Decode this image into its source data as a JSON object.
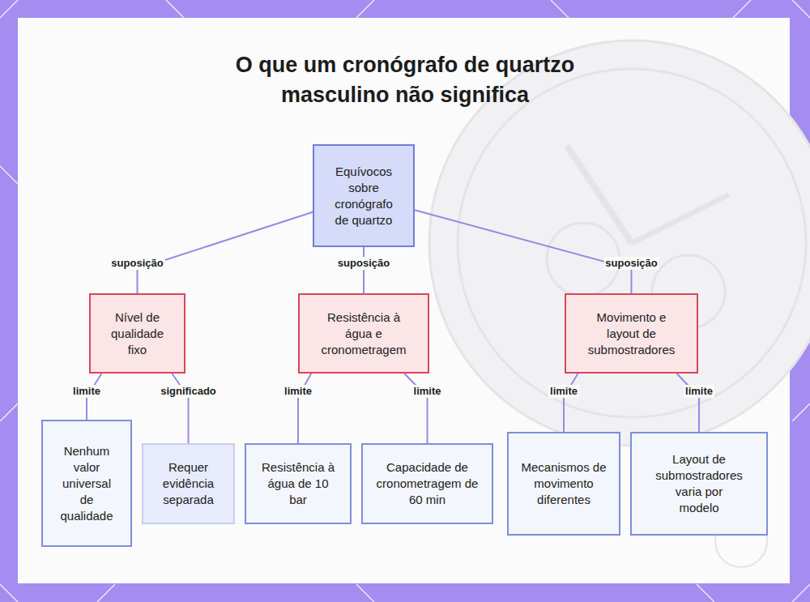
{
  "diagram": {
    "title": "O que um cronógrafo de quartzo masculino não significa",
    "nodes": [
      {
        "text": [
          "Equívocos sobre cronógrafo de quartzo"
        ]
      },
      {
        "text": [
          "Nível de qualidade fixo"
        ]
      },
      {
        "text": [
          "Resistência à água e cronometragem"
        ]
      },
      {
        "text": [
          "Movimento e layout de submostradores"
        ]
      },
      {
        "text": [
          "Nenhum valor universal de qualidade"
        ]
      },
      {
        "text": [
          "Requer evidência separada"
        ]
      },
      {
        "text": [
          "Resistência à água de 10 bar"
        ]
      },
      {
        "text": [
          "Capacidade de cronometragem de 60 min"
        ]
      },
      {
        "text": [
          "Mecanismos de movimento diferentes"
        ]
      },
      {
        "text": [
          "Layout de submostradores varia por modelo"
        ]
      }
    ],
    "edges": [
      {
        "from": 0,
        "to": 1,
        "label": "suposição",
        "arrow": "none"
      },
      {
        "from": 0,
        "to": 2,
        "label": "suposição",
        "arrow": "none"
      },
      {
        "from": 0,
        "to": 3,
        "label": "suposição",
        "arrow": "none"
      },
      {
        "from": 1,
        "to": 4,
        "label": "limite",
        "arrow": "none"
      },
      {
        "from": 1,
        "to": 5,
        "label": "significado",
        "arrow": "none"
      },
      {
        "from": 2,
        "to": 6,
        "label": "limite",
        "arrow": "none"
      },
      {
        "from": 2,
        "to": 7,
        "label": "limite",
        "arrow": "none"
      },
      {
        "from": 3,
        "to": 8,
        "label": "limite",
        "arrow": "none"
      },
      {
        "from": 3,
        "to": 9,
        "label": "limite",
        "arrow": "none"
      }
    ]
  }
}
